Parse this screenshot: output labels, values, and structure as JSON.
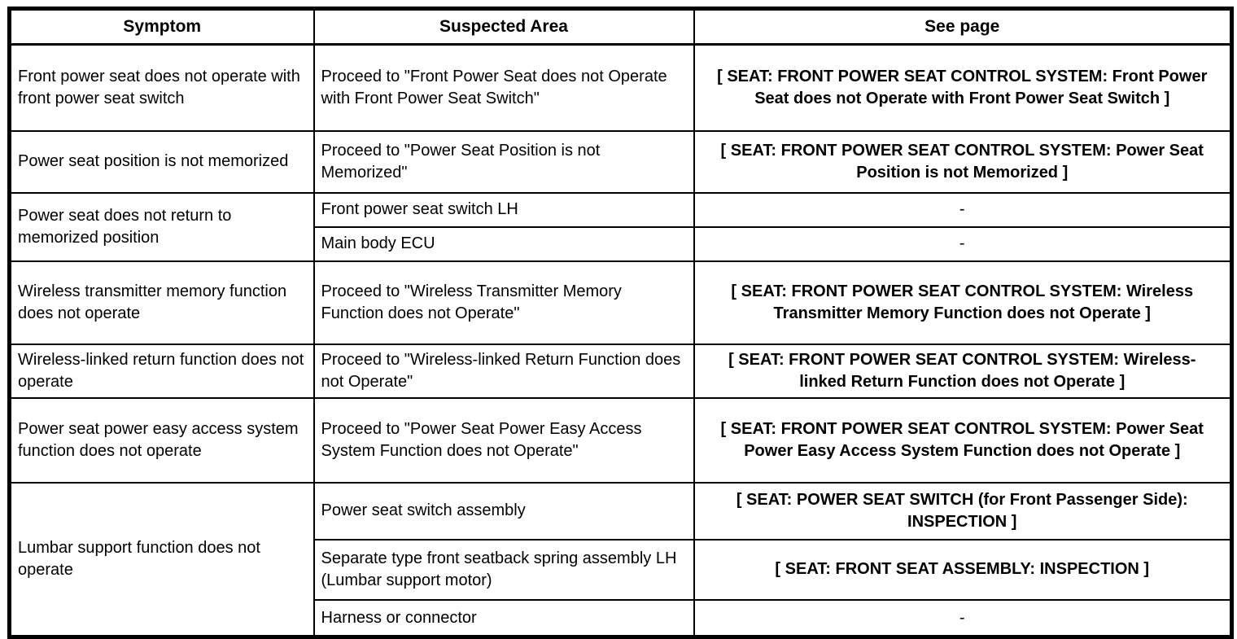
{
  "colors": {
    "border": "#000000",
    "text": "#000000",
    "background": "#ffffff"
  },
  "table": {
    "headers": [
      "Symptom",
      "Suspected Area",
      "See page"
    ],
    "rows": [
      {
        "symptom": "Front power seat does not operate with front power seat switch",
        "entries": [
          {
            "suspected_area": "Proceed to \"Front Power Seat does not Operate with Front Power Seat Switch\"",
            "see_page": "[ SEAT: FRONT POWER SEAT CONTROL SYSTEM: Front Power Seat does not Operate with Front Power Seat Switch ]",
            "see_page_bold": true
          }
        ]
      },
      {
        "symptom": "Power seat position is not memorized",
        "entries": [
          {
            "suspected_area": "Proceed to \"Power Seat Position is not Memorized\"",
            "see_page": "[ SEAT: FRONT POWER SEAT CONTROL SYSTEM: Power Seat Position is not Memorized ]",
            "see_page_bold": true
          }
        ]
      },
      {
        "symptom": "Power seat does not return to memorized position",
        "entries": [
          {
            "suspected_area": "Front power seat switch LH",
            "see_page": "-",
            "see_page_bold": false
          },
          {
            "suspected_area": "Main body ECU",
            "see_page": "-",
            "see_page_bold": false
          }
        ]
      },
      {
        "symptom": "Wireless transmitter memory function does not operate",
        "entries": [
          {
            "suspected_area": "Proceed to \"Wireless Transmitter Memory Function does not Operate\"",
            "see_page": "[ SEAT: FRONT POWER SEAT CONTROL SYSTEM: Wireless Transmitter Memory Function does not Operate ]",
            "see_page_bold": true
          }
        ]
      },
      {
        "symptom": "Wireless-linked return function does not operate",
        "entries": [
          {
            "suspected_area": "Proceed to \"Wireless-linked Return Function does not Operate\"",
            "see_page": "[ SEAT: FRONT POWER SEAT CONTROL SYSTEM: Wireless-linked Return Function does not Operate ]",
            "see_page_bold": true
          }
        ]
      },
      {
        "symptom": "Power seat power easy access system function does not operate",
        "entries": [
          {
            "suspected_area": "Proceed to \"Power Seat Power Easy Access System Function does not Operate\"",
            "see_page": "[ SEAT: FRONT POWER SEAT CONTROL SYSTEM: Power Seat Power Easy Access System Function does not Operate ]",
            "see_page_bold": true
          }
        ]
      },
      {
        "symptom": "Lumbar support function does not operate",
        "entries": [
          {
            "suspected_area": "Power seat switch assembly",
            "see_page": "[ SEAT: POWER SEAT SWITCH (for Front Passenger Side): INSPECTION ]",
            "see_page_bold": true
          },
          {
            "suspected_area": "Separate type front seatback spring assembly LH (Lumbar support motor)",
            "see_page": "[ SEAT: FRONT SEAT ASSEMBLY: INSPECTION ]",
            "see_page_bold": true
          },
          {
            "suspected_area": "Harness or connector",
            "see_page": "-",
            "see_page_bold": false
          }
        ]
      }
    ]
  }
}
